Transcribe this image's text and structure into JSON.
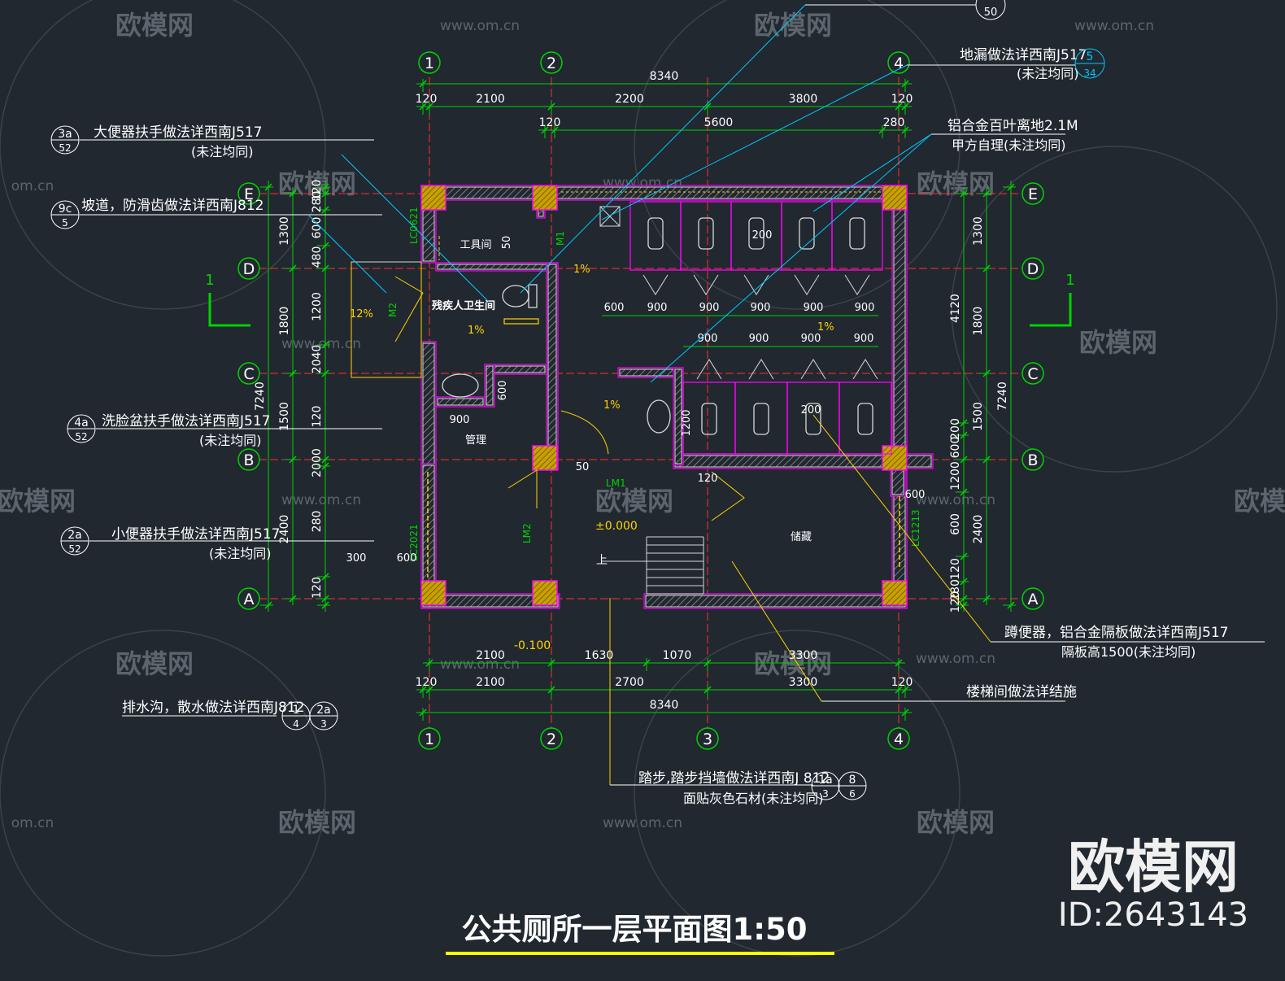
{
  "drawing": {
    "title": "公共厕所一层平面图1:50",
    "grid_cols": [
      "1",
      "2",
      "3",
      "4"
    ],
    "grid_rows": [
      "A",
      "B",
      "C",
      "D",
      "E"
    ],
    "dims_top_total": "8340",
    "dims_top_row1": [
      "120",
      "2100",
      "2200",
      "3800",
      "120"
    ],
    "dims_top_row2": [
      "120",
      "5600",
      "280"
    ],
    "dims_bottom_row0": [
      "2100",
      "1630",
      "1070",
      "3300"
    ],
    "dims_bottom_row1": [
      "120",
      "2100",
      "2700",
      "3300",
      "120"
    ],
    "dims_bottom_total": "8340",
    "dims_left_outer": "7240",
    "dims_left_mid": [
      "1300",
      "1800",
      "1500",
      "2400"
    ],
    "dims_left_inner": [
      "120",
      "280",
      "600",
      "480",
      "1200",
      "2040",
      "120",
      "2000",
      "280",
      "120"
    ],
    "dims_right_outer": "7240",
    "dims_right_mid": [
      "1300",
      "1800",
      "1500",
      "2400"
    ],
    "dims_right_inner": [
      "4120",
      "200",
      "600",
      "1200",
      "600",
      "120",
      "280",
      "120"
    ],
    "dims_interior": [
      "600",
      "900",
      "900",
      "900",
      "900",
      "900",
      "900",
      "900",
      "900",
      "900",
      "200",
      "200",
      "900",
      "600",
      "50",
      "50",
      "600",
      "300",
      "600",
      "1200",
      "120",
      "600"
    ],
    "rooms": [
      "工具间",
      "残疾人卫生间",
      "管理",
      "储藏"
    ],
    "slope_labels": [
      "12%",
      "1%",
      "1%",
      "1%",
      "1%"
    ],
    "elevations": [
      "±0.000",
      "-0.100"
    ],
    "door_tags": [
      "M1",
      "M2",
      "LM1",
      "LM2",
      "LC0621",
      "LC2021",
      "LC1213"
    ],
    "stair_label": "上",
    "section_marks": [
      "1",
      "1"
    ],
    "notes": [
      {
        "text": "大便器扶手做法详西南J517",
        "sub": "(未注均同)",
        "ref_top": "3a",
        "ref_bot": "52"
      },
      {
        "text": "坡道，防滑齿做法详西南J812",
        "sub": "",
        "ref_top": "9c",
        "ref_bot": "5"
      },
      {
        "text": "洗脸盆扶手做法详西南J517",
        "sub": "(未注均同)",
        "ref_top": "4a",
        "ref_bot": "52"
      },
      {
        "text": "小便器扶手做法详西南J517",
        "sub": "(未注均同)",
        "ref_top": "2a",
        "ref_bot": "52"
      },
      {
        "text": "排水沟，散水做法详西南J812",
        "sub": "",
        "ref_top": "1",
        "ref_bot": "4"
      },
      {
        "text": "地漏做法详西南J517",
        "sub": "(未注均同)",
        "ref_top": "5",
        "ref_bot": "34"
      },
      {
        "text": "铝合金百叶离地2.1M",
        "sub": "甲方自理(未注均同)",
        "ref_top": "",
        "ref_bot": ""
      },
      {
        "text": "蹲便器，铝合金隔板做法详西南J517",
        "sub": "隔板高1500(未注均同)",
        "ref_top": "",
        "ref_bot": ""
      },
      {
        "text": "楼梯间做法详结施",
        "sub": "",
        "ref_top": "",
        "ref_bot": ""
      },
      {
        "text": "踏步,踏步挡墙做法详西南J  812",
        "sub": "面贴灰色石材(未注均同)",
        "ref_top": "8",
        "ref_bot": "6"
      }
    ],
    "extra_refs": {
      "top_clip": "50",
      "bottom_2a": "2a",
      "bottom_3": "3",
      "step_a": "1a",
      "step_3": "3"
    }
  },
  "watermark": {
    "brand": "欧模网",
    "url": "www.om.cn",
    "url_short": "om.cn",
    "id_text": "ID:2643143"
  },
  "colors": {
    "background": "#212830",
    "dimension": "#00d400",
    "wall": "#d8d8d8",
    "room_outline": "#ff00ff",
    "column_fill": "#c8a000",
    "hatch": "#ff8000",
    "leader": "#00c8ff",
    "annotation": "#ffffff",
    "title_underline": "#ffff00",
    "grid_line": "#ff3030"
  }
}
